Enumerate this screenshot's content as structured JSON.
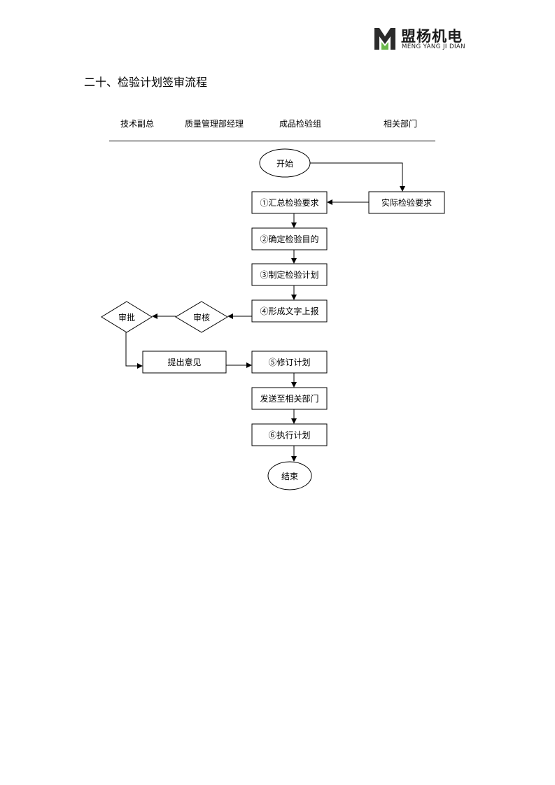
{
  "header": {
    "logo_name": "盟杨机电",
    "logo_subtitle": "MENG YANG JI DIAN",
    "logo_colors": {
      "dark": "#2b2b2b",
      "green": "#6ab84a"
    }
  },
  "document": {
    "title": "二十、检验计划签审流程"
  },
  "swimlanes": [
    "技术副总",
    "质量管理部经理",
    "成品检验组",
    "相关部门"
  ],
  "flow": {
    "start": "开始",
    "actual_requirements": "实际检验要求",
    "step1": "①汇总检验要求",
    "step2": "②确定检验目的",
    "step3": "③制定检验计划",
    "step4": "④形成文字上报",
    "review": "审核",
    "approve": "审批",
    "opinion": "提出意见",
    "step5": "⑤修订计划",
    "send": "发送至相关部门",
    "step6": "⑥执行计划",
    "end": "结束"
  }
}
